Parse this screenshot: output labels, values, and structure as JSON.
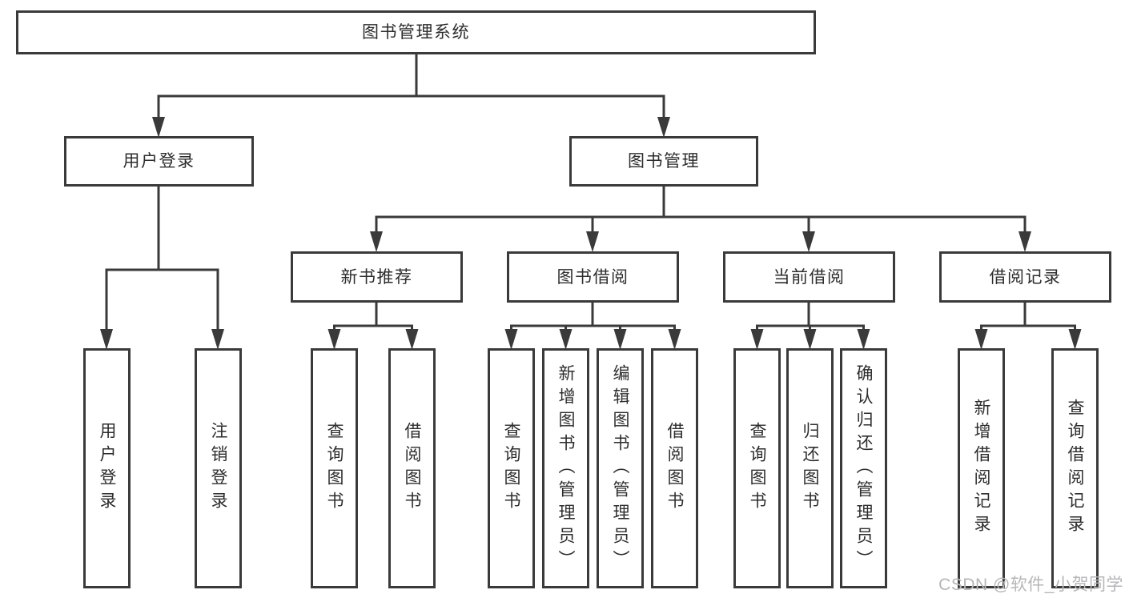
{
  "tree": {
    "label": "图书管理系统",
    "children": [
      {
        "label": "用户登录",
        "children": [
          {
            "label": "用户登录"
          },
          {
            "label": "注销登录"
          }
        ]
      },
      {
        "label": "图书管理",
        "children": [
          {
            "label": "新书推荐",
            "children": [
              {
                "label": "查询图书"
              },
              {
                "label": "借阅图书"
              }
            ]
          },
          {
            "label": "图书借阅",
            "children": [
              {
                "label": "查询图书"
              },
              {
                "label": "新增图书（管理员）"
              },
              {
                "label": "编辑图书（管理员）"
              },
              {
                "label": "借阅图书"
              }
            ]
          },
          {
            "label": "当前借阅",
            "children": [
              {
                "label": "查询图书"
              },
              {
                "label": "归还图书"
              },
              {
                "label": "确认归还（管理员）"
              }
            ]
          },
          {
            "label": "借阅记录",
            "children": [
              {
                "label": "新增借阅记录"
              },
              {
                "label": "查询借阅记录"
              }
            ]
          }
        ]
      }
    ]
  },
  "watermark": "CSDN @软件_小贺同学",
  "colors": {
    "line": "#3a3a3a",
    "box_border": "#3a3a3a",
    "text": "#2d2d2d",
    "background": "#ffffff",
    "watermark": "#b6b6b8"
  }
}
